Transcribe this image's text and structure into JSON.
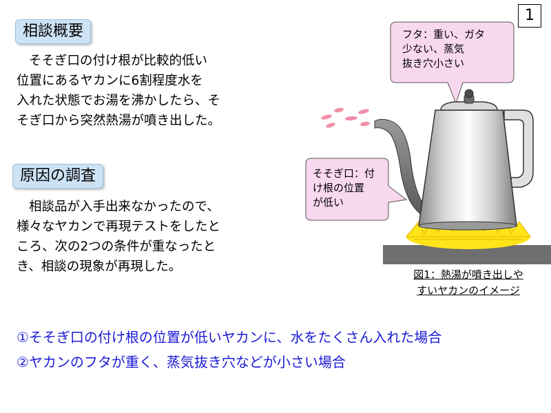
{
  "page_number": "1",
  "sections": {
    "summary": {
      "heading": "相談概要",
      "lines": [
        "そそぎ口の付け根が比較的低い",
        "位置にあるヤカンに6割程度水を",
        "入れた状態でお湯を沸かしたら、そ",
        "そぎ口から突然熱湯が噴き出した。"
      ]
    },
    "investigation": {
      "heading": "原因の調査",
      "lines": [
        "相談品が入手出来なかったので、",
        "様々なヤカンで再現テストをしたと",
        "ころ、次の2つの条件が重なったと",
        "き、相談の現象が再現した。"
      ]
    }
  },
  "conditions": [
    "①そそぎ口の付け根の位置が低いヤカンに、水をたくさん入れた場合",
    "②ヤカンのフタが重く、蒸気抜き穴などが小さい場合"
  ],
  "figure": {
    "callout_lid": [
      "フタ：重い、ガタ",
      "少ない、蒸気",
      "抜き穴小さい"
    ],
    "callout_spout": [
      "そそぎ口：付",
      "け根の位置",
      "が低い"
    ],
    "caption": [
      "図1：熱湯が噴き出しや",
      "すいヤカンのイメージ"
    ]
  },
  "colors": {
    "heading_bg": "#cde3f5",
    "callout_bg": "#f8d8ef",
    "conditions_text": "#1a1ad6",
    "flame": "#ffe41a",
    "stove": "#6f6f6f",
    "steam": "#f08fa8"
  }
}
